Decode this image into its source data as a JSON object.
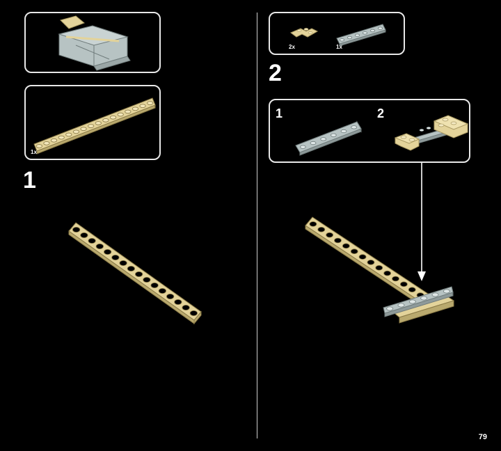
{
  "page": {
    "number": "79"
  },
  "colors": {
    "background": "#000000",
    "tan": "#e3d39a",
    "tan_dark": "#a89860",
    "gray": "#b7c3c3",
    "gray_dark": "#7f8b8b",
    "border": "#e8e8e8"
  },
  "left": {
    "parts_box": {
      "qty": "1x"
    },
    "step": {
      "number": "1"
    }
  },
  "right": {
    "parts_box": {
      "items": [
        {
          "qty": "2x"
        },
        {
          "qty": "1x"
        }
      ]
    },
    "step": {
      "number": "2"
    },
    "substeps": [
      {
        "number": "1"
      },
      {
        "number": "2"
      }
    ]
  }
}
